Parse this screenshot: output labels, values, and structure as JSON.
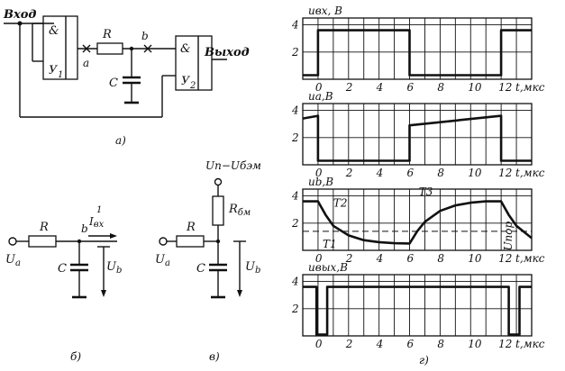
{
  "circuit_a": {
    "input_label": "Вход",
    "output_label": "Выход",
    "gate1_symbol": "&",
    "gate1_name": "У",
    "gate1_sub": "1",
    "gate2_symbol": "&",
    "gate2_name": "У",
    "gate2_sub": "2",
    "resistor_label": "R",
    "capacitor_label": "C",
    "node_a": "a",
    "node_b": "b",
    "caption": "а)"
  },
  "circuit_b": {
    "resistor_label": "R",
    "node_b": "b",
    "current_label": "I",
    "current_sup": "1",
    "current_sub": "вх",
    "capacitor_label": "C",
    "ua_label": "U",
    "ua_sub": "a",
    "ub_label": "U",
    "ub_sub": "b",
    "caption": "б)"
  },
  "circuit_v": {
    "supply_label": "Uп−Uбэм",
    "resistor_label": "R",
    "rbm_label": "R",
    "rbm_sub": "бм",
    "capacitor_label": "C",
    "ua_label": "U",
    "ua_sub": "a",
    "ub_label": "U",
    "ub_sub": "b",
    "caption": "в)"
  },
  "charts": {
    "caption": "г)",
    "time_axis_label": "t,мкс",
    "x_ticks": [
      "0",
      "2",
      "4",
      "6",
      "8",
      "10",
      "12"
    ],
    "y_ticks": [
      "4",
      "2"
    ],
    "panels": [
      {
        "label": "uвх, В"
      },
      {
        "label": "uа,В"
      },
      {
        "label": "ub,В",
        "t2": "T2",
        "t3": "T3",
        "t1": "T1",
        "upor": "Uпор"
      },
      {
        "label": "uвых,В"
      }
    ]
  },
  "chart_data": [
    {
      "type": "line",
      "title": "uвх, В",
      "xlabel": "t,мкс",
      "xlim": [
        -1,
        14
      ],
      "ylim": [
        0,
        4.5
      ],
      "series": [
        {
          "x": [
            -1,
            0,
            0,
            6,
            6,
            12,
            12,
            14
          ],
          "y": [
            0.3,
            0.3,
            3.6,
            3.6,
            0.3,
            0.3,
            3.6,
            3.6
          ]
        }
      ]
    },
    {
      "type": "line",
      "title": "uа,В",
      "xlabel": "t,мкс",
      "xlim": [
        -1,
        14
      ],
      "ylim": [
        0,
        4.5
      ],
      "series": [
        {
          "x": [
            -1,
            0,
            0,
            6,
            6,
            12,
            12,
            14
          ],
          "y": [
            3.4,
            3.6,
            0.3,
            0.3,
            2.9,
            3.6,
            0.3,
            0.3
          ]
        }
      ]
    },
    {
      "type": "line",
      "title": "ub,В",
      "xlabel": "t,мкс",
      "xlim": [
        -1,
        14
      ],
      "ylim": [
        0,
        4.5
      ],
      "series": [
        {
          "x": [
            -1,
            0,
            0.5,
            1,
            2,
            3,
            4,
            5,
            6,
            6.5,
            7,
            8,
            9,
            10,
            11,
            12,
            12.5,
            13,
            14
          ],
          "y": [
            3.6,
            3.6,
            2.6,
            1.8,
            1.1,
            0.75,
            0.6,
            0.52,
            0.5,
            1.4,
            2.1,
            2.9,
            3.3,
            3.5,
            3.6,
            3.6,
            2.6,
            1.8,
            0.9
          ]
        }
      ]
    },
    {
      "type": "line",
      "title": "uвых,В",
      "xlabel": "t,мкс",
      "xlim": [
        -1,
        14
      ],
      "ylim": [
        0,
        4.5
      ],
      "series": [
        {
          "x": [
            -1,
            -0.1,
            -0.1,
            0.6,
            0.6,
            12.5,
            12.5,
            13.2,
            13.2,
            14
          ],
          "y": [
            3.6,
            3.6,
            0.1,
            0.1,
            3.6,
            3.6,
            0.1,
            0.1,
            3.6,
            3.6
          ]
        }
      ]
    }
  ]
}
